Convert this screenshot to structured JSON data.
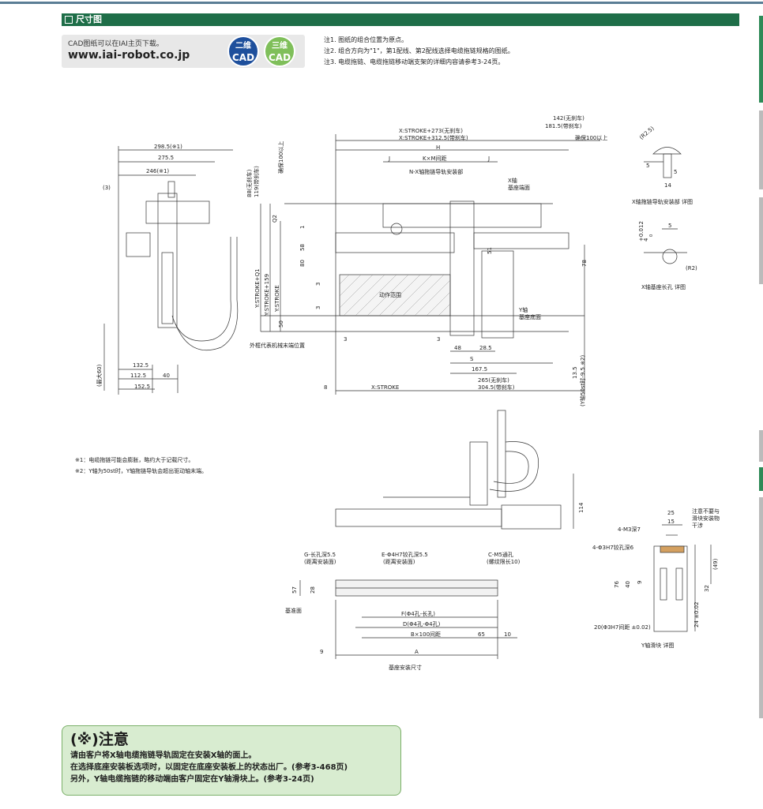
{
  "section": {
    "title": "尺寸图"
  },
  "cad": {
    "caption": "CAD图纸可以在IAI主页下载。",
    "url": "www.iai-robot.co.jp",
    "badge_2d_top": "二维",
    "badge_2d_bottom": "CAD",
    "badge_3d_top": "三维",
    "badge_3d_bottom": "CAD"
  },
  "notes": [
    "注1. 图纸的组合位置为原点。",
    "注2. 组合方向为\"1\"，第1配线、第2配线选择电缆拖链规格的图纸。",
    "注3. 电缆拖链、电缆拖链移动端支架的详细内容请参考3-24页。"
  ],
  "side_view": {
    "dims": [
      "298.5(※1)",
      "275.5",
      "246(※1)",
      "(3)",
      "132.5",
      "112.5",
      "40",
      "152.5",
      "(最大60)"
    ]
  },
  "front_view": {
    "dims_top": [
      "142(无刹车)",
      "181.5(带刹车)",
      "X:STROKE+273(无刹车)",
      "X:STROKE+312.5(带刹车)",
      "确保100以上",
      "H",
      "J",
      "K×M间距",
      "J",
      "N-X轴拖链导轨安装部"
    ],
    "labels": [
      "X轴",
      "基座端面",
      "动作范围",
      "Y轴",
      "基座底面",
      "外框代表机械末端位置"
    ],
    "dims_left": [
      "确保100以上",
      "88(无刹车)",
      "119(带刹车)",
      "Q2",
      "Y:STROKE+Q1",
      "Y:STROKE+159",
      "Y:STROKE",
      "58",
      "80",
      "50",
      "1",
      "3",
      "3"
    ],
    "dims_right": [
      "78",
      "51",
      "13.5",
      "(Y轴50st时-9.5 ※2)"
    ],
    "dims_bottom": [
      "3",
      "3",
      "48",
      "28.5",
      "S",
      "167.5",
      "265(无刹车)",
      "304.5(带刹车)",
      "8",
      "X:STROKE"
    ]
  },
  "details": {
    "chain_rail_title": "X轴拖链导轨安装部 详图",
    "chain_rail_dims": [
      "(R2.5)",
      "5",
      "5",
      "14"
    ],
    "base_hole_title": "X轴基座长孔 详图",
    "base_hole_dims": [
      "5",
      "4",
      "+0.012",
      "0",
      "(R2)"
    ]
  },
  "footnotes": [
    "※1：电缆拖链可能会膨胀，略约大于记载尺寸。",
    "※2：Y轴为50st时，Y轴拖链导轨会超出驱动轴末端。"
  ],
  "lower_view": {
    "dims": [
      "114"
    ]
  },
  "base_view": {
    "labels": [
      "G-长孔深5.5",
      "(距离安装面)",
      "E-Φ4H7铰孔深5.5",
      "(距离安装面)",
      "C-M5通孔",
      "(螺纹限长10)",
      "基准面",
      "基座安装尺寸"
    ],
    "dims": [
      "57",
      "28",
      "F(Φ4孔-长孔)",
      "D(Φ4孔-Φ4孔)",
      "B×100间距",
      "65",
      "10",
      "9",
      "A"
    ]
  },
  "slider_view": {
    "title": "Y轴滑块 详图",
    "labels": [
      "注意不要与",
      "滑块安装物",
      "干涉",
      "4-M3深7",
      "4-Φ3H7铰孔深6",
      "20(Φ3H7间距 ±0.02)"
    ],
    "dims": [
      "25",
      "15",
      "(49)",
      "76",
      "40",
      "9",
      "32",
      "24 ±0.02"
    ]
  },
  "caution": {
    "title": "(※)注意",
    "lines": [
      "请由客户将X轴电缆拖链导轨固定在安装X轴的面上。",
      "在选择底座安装板选项时，以固定在底座安装板上的状态出厂。(参考3-468页)",
      "另外，Y轴电缆拖链的移动端由客户固定在Y轴滑块上。(参考3-24页)"
    ]
  },
  "colors": {
    "green": "#1e6e48",
    "caution_bg": "#d8ecd0",
    "blue_badge": "#1e4f9c",
    "green_badge": "#7fbf5a"
  }
}
